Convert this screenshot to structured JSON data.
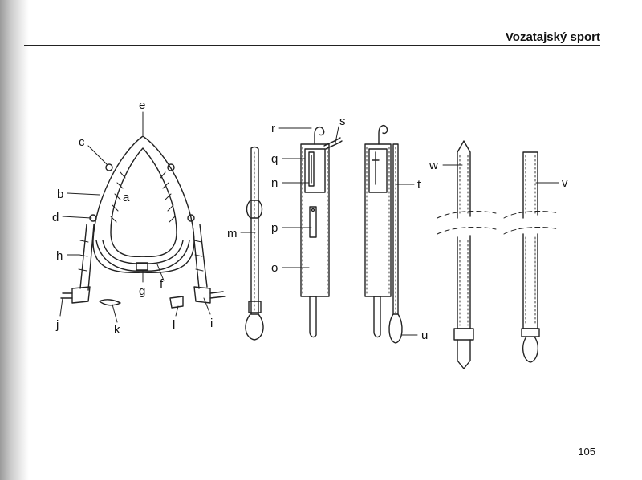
{
  "header": {
    "title": "Vozatajský sport"
  },
  "figure": {
    "labels": {
      "a": "a",
      "b": "b",
      "c": "c",
      "d": "d",
      "e": "e",
      "f": "f",
      "g": "g",
      "h": "h",
      "i": "i",
      "j": "j",
      "k": "k",
      "l": "l",
      "m": "m",
      "n": "n",
      "o": "o",
      "p": "p",
      "q": "q",
      "r": "r",
      "s": "s",
      "t": "t",
      "u": "u",
      "v": "v",
      "w": "w"
    }
  },
  "footer": {
    "page_number": "105"
  }
}
